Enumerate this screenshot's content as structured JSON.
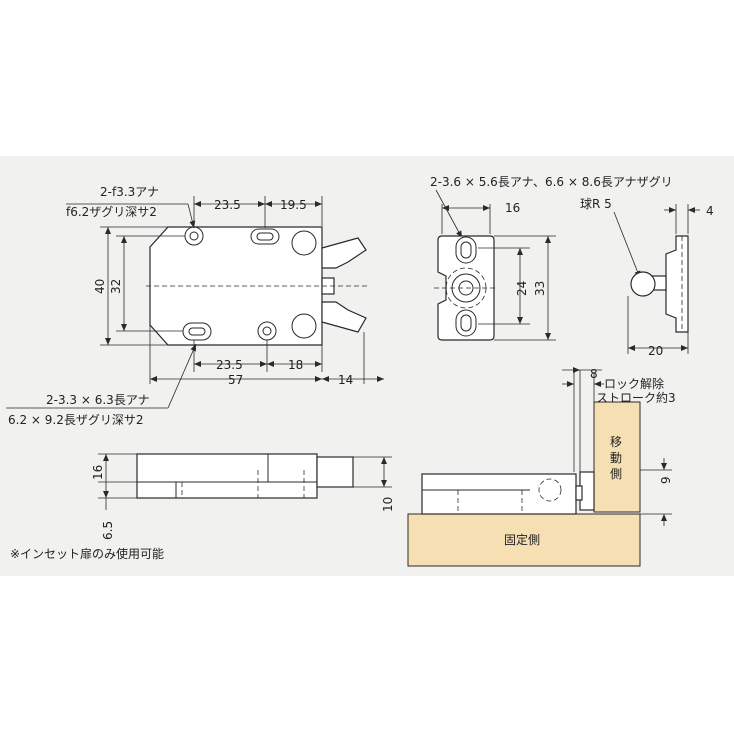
{
  "front_view": {
    "hole_label_line1": "2-f3.3アナ",
    "hole_label_line2": "f6.2ザグリ深サ2",
    "dim_top_left": "23.5",
    "dim_top_right": "19.5",
    "dim_height_outer": "40",
    "dim_height_inner": "32",
    "dim_bottom_left": "23.5",
    "dim_bottom_right": "18",
    "dim_overall": "57",
    "dim_claw": "14",
    "slot_label_line1": "2-3.3 × 6.3長アナ",
    "slot_label_line2": "6.2 × 9.2長ザグリ深サ2"
  },
  "side_view": {
    "dim_16": "16",
    "dim_10": "10",
    "dim_6_5": "6.5"
  },
  "strike_view": {
    "hole_label": "2-3.6 × 5.6長アナ、6.6 × 8.6長アナザグリ",
    "dim_width": "16",
    "dim_24": "24",
    "dim_33": "33"
  },
  "ball_view": {
    "ball_label": "球R 5",
    "dim_4": "4",
    "dim_20": "20"
  },
  "install_view": {
    "dim_8": "8",
    "stroke_line1": "ロック解除",
    "stroke_line2": "ストローク約3",
    "moving_side": [
      "移",
      "動",
      "側"
    ],
    "dim_9": "9",
    "fixed_side": "固定側"
  },
  "footnote": "※インセット扉のみ使用可能",
  "colors": {
    "background_panel": "#f1f1f0",
    "wood": "#f6dfb3",
    "line": "#2a2a2a"
  }
}
